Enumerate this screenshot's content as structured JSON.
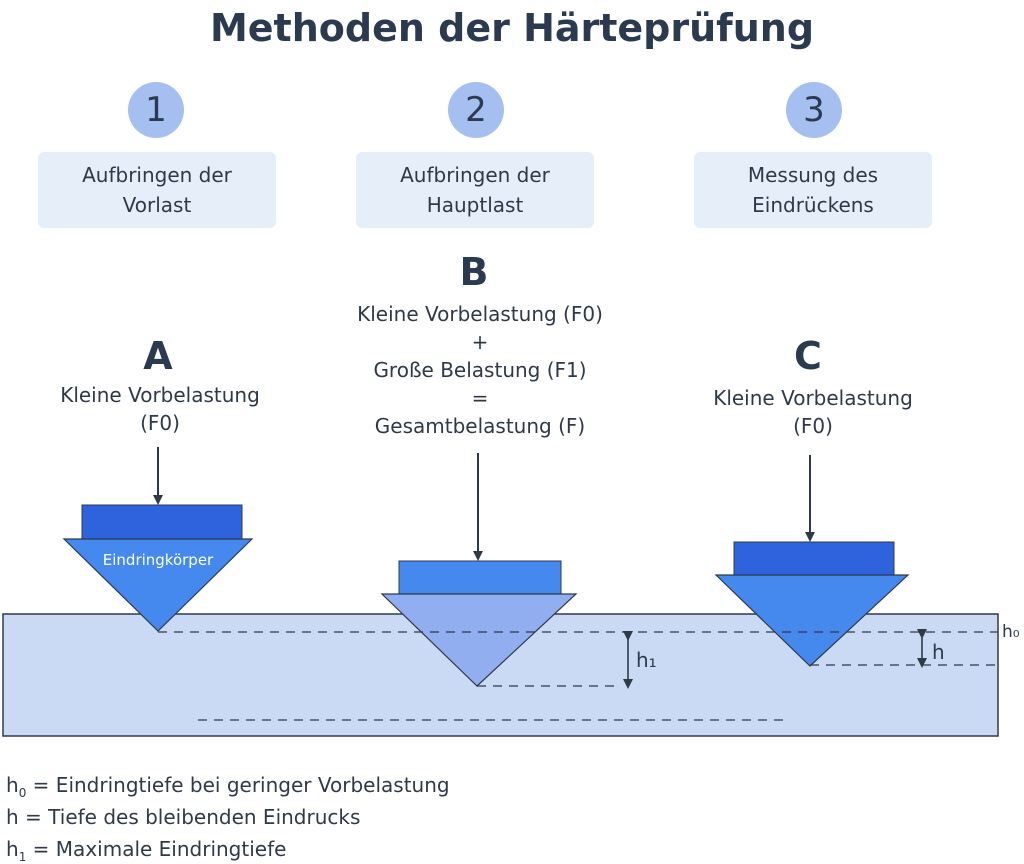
{
  "title": "Methoden der Härteprüfung",
  "steps": [
    {
      "number": "1",
      "label": "Aufbringen der\nVorlast"
    },
    {
      "number": "2",
      "label": "Aufbringen der\nHauptlast"
    },
    {
      "number": "3",
      "label": "Messung des\nEindrückens"
    }
  ],
  "phases": {
    "a": {
      "letter": "A",
      "load": "Kleine Vorbelastung\n(F0)"
    },
    "b": {
      "letter": "B",
      "load": "Kleine Vorbelastung (F0)\n+\nGroße Belastung (F1)\n=\nGesamtbelastung (F)"
    },
    "c": {
      "letter": "C",
      "load": "Kleine Vorbelastung\n(F0)"
    }
  },
  "indenter_label": "Eindringkörper",
  "dimension_labels": {
    "h0": "h₀",
    "h1": "h₁",
    "h": "h"
  },
  "legend": [
    {
      "symbol": "h",
      "sub": "0",
      "text": " = Eindringtiefe bei geringer Vorbelastung"
    },
    {
      "symbol": "h",
      "sub": "",
      "text": " = Tiefe des bleibenden Eindrucks"
    },
    {
      "symbol": "h",
      "sub": "1",
      "text": " = Maximale Eindringtiefe"
    }
  ],
  "colors": {
    "specimen": "#cad9f4",
    "indenter_dark": "#2f63de",
    "indenter_mid": "#4589ee",
    "indenter_light": "#90aef0",
    "line": "#2f3a48"
  }
}
